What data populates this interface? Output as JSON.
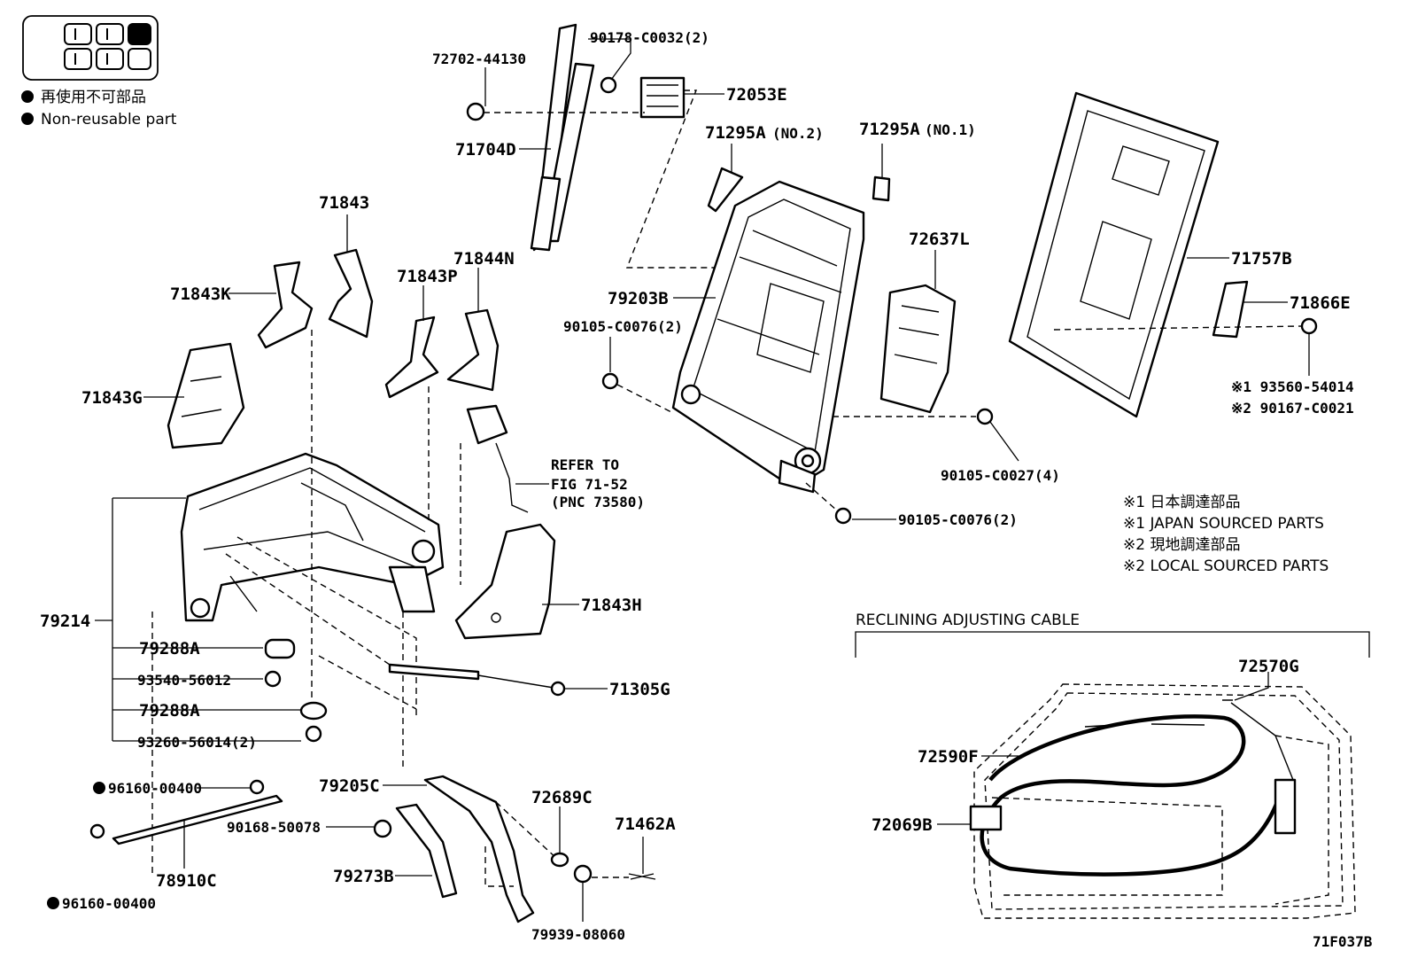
{
  "legend": {
    "jp": "再使用不可部品",
    "en": "Non-reusable part"
  },
  "notes": {
    "n1_jp": "※1 日本調達部品",
    "n1_en": "※1 JAPAN SOURCED PARTS",
    "n2_jp": "※2 現地調達部品",
    "n2_en": "※2 LOCAL SOURCED PARTS"
  },
  "refer": {
    "line1": "REFER TO",
    "line2": "FIG 71-52",
    "line3": "(PNC 73580)"
  },
  "cable_section_title": "RECLINING ADJUSTING CABLE",
  "figure_code": "71F037B",
  "labels": {
    "p72702": "72702-44130",
    "p90178": "90178-C0032(2)",
    "p72053E": "72053E",
    "p71704D": "71704D",
    "p71295A2": "71295A",
    "p71295A2_sub": "(NO.2)",
    "p71295A1": "71295A",
    "p71295A1_sub": "(NO.1)",
    "p72637L": "72637L",
    "p71757B": "71757B",
    "p71866E": "71866E",
    "p93560": "※1 93560-54014",
    "p90167": "※2 90167-C0021",
    "p71843": "71843",
    "p71843K": "71843K",
    "p71843P": "71843P",
    "p71844N": "71844N",
    "p79203B": "79203B",
    "p90105a": "90105-C0076(2)",
    "p71843G": "71843G",
    "p90105b": "90105-C0027(4)",
    "p90105c": "90105-C0076(2)",
    "p71843H": "71843H",
    "p79214": "79214",
    "p79288A1": "79288A",
    "p93540": "93540-56012",
    "p79288A2": "79288A",
    "p93260": "93260-56014(2)",
    "p71305G": "71305G",
    "p96160a": "96160-00400",
    "p90168": "90168-50078",
    "p79205C": "79205C",
    "p72689C": "72689C",
    "p71462A": "71462A",
    "p78910C": "78910C",
    "p79273B": "79273B",
    "p96160b": "96160-00400",
    "p79939": "79939-08060",
    "p72570G": "72570G",
    "p72590F": "72590F",
    "p72069B": "72069B"
  }
}
